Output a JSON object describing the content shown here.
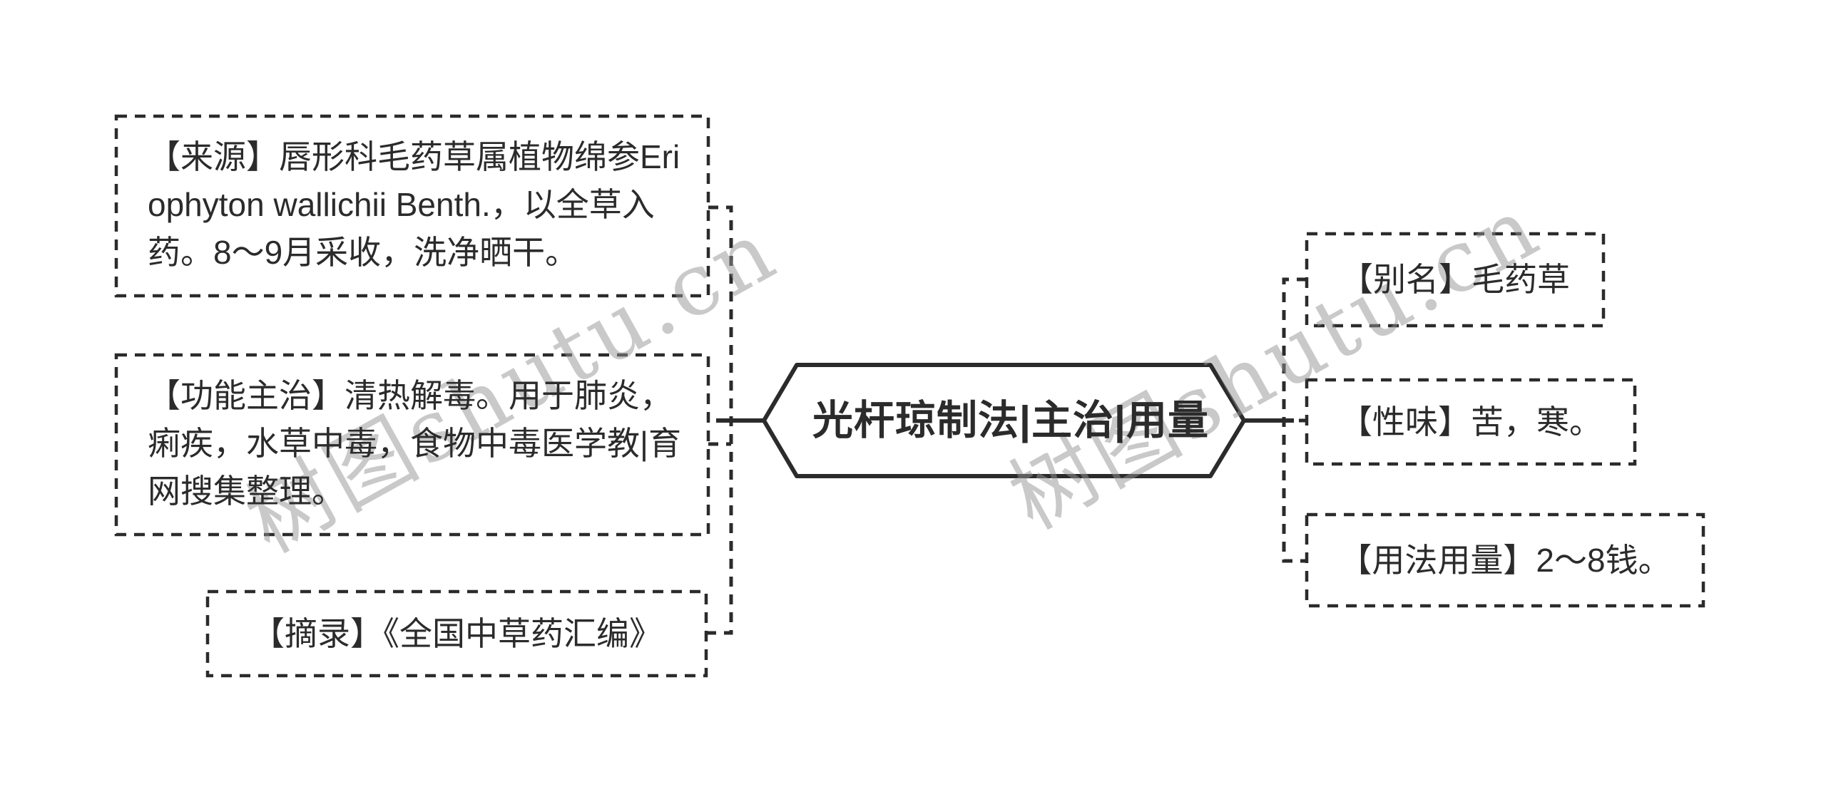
{
  "center_node": {
    "label": "光杆琼制法|主治|用量",
    "shape": "hexagon"
  },
  "left_nodes": [
    {
      "label": "【来源】唇形科毛药草属植物绵参Eriophyton wallichii Benth.，以全草入药。8～9月采收，洗净晒干。"
    },
    {
      "label": "【功能主治】清热解毒。用于肺炎，痢疾，水草中毒，食物中毒医学教|育网搜集整理。"
    },
    {
      "label": "【摘录】《全国中草药汇编》"
    }
  ],
  "right_nodes": [
    {
      "label": "【别名】毛药草"
    },
    {
      "label": "【性味】苦，寒。"
    },
    {
      "label": "【用法用量】2～8钱。"
    }
  ],
  "watermark": {
    "text": "树图shutu.cn"
  },
  "colors": {
    "line": "#2b2b2b",
    "text": "#2b2b2b",
    "watermark": "#c3c3c3",
    "background": "#ffffff"
  }
}
